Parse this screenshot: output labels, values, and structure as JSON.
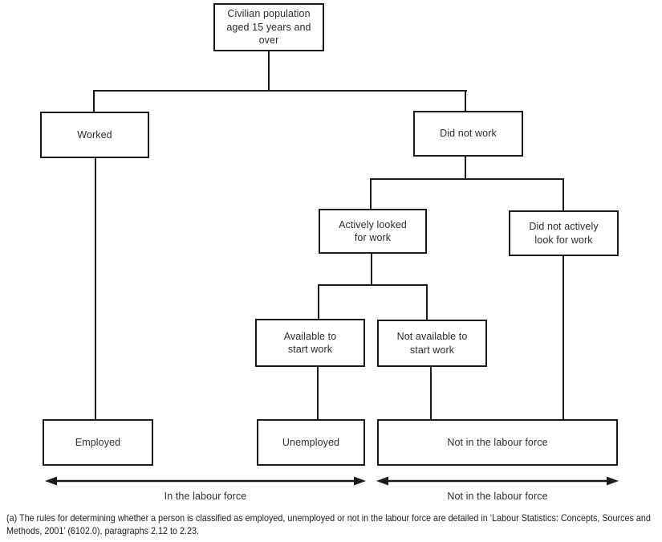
{
  "diagram": {
    "kind": "flowchart",
    "colors": {
      "line": "#1c1c1c",
      "text": "#2e2e2e",
      "background": "#ffffff"
    },
    "nodes": {
      "civilian": {
        "label": "Civilian population\naged 15 years and\nover"
      },
      "worked": {
        "label": "Worked"
      },
      "did_not_work": {
        "label": "Did not work"
      },
      "actively_looked": {
        "label": "Actively looked\nfor work"
      },
      "did_not_actively": {
        "label": "Did not actively\nlook for work"
      },
      "available": {
        "label": "Available to\nstart work"
      },
      "not_available": {
        "label": "Not available to\nstart work"
      },
      "employed": {
        "label": "Employed"
      },
      "unemployed": {
        "label": "Unemployed"
      },
      "not_in_labour_force": {
        "label": "Not in the labour force"
      }
    },
    "bottom_axis": {
      "left_arrow": {
        "icon": "double-headed-arrow",
        "label": "In the labour force"
      },
      "right_arrow": {
        "icon": "double-headed-arrow",
        "label": "Not in the labour force"
      }
    },
    "footnote": "(a) The rules for determining whether a person is classified as employed, unemployed or not in the labour force are detailed in ‘Labour Statistics: Concepts, Sources and Methods, 2001’ (6102.0), paragraphs 2.12 to 2.23."
  }
}
